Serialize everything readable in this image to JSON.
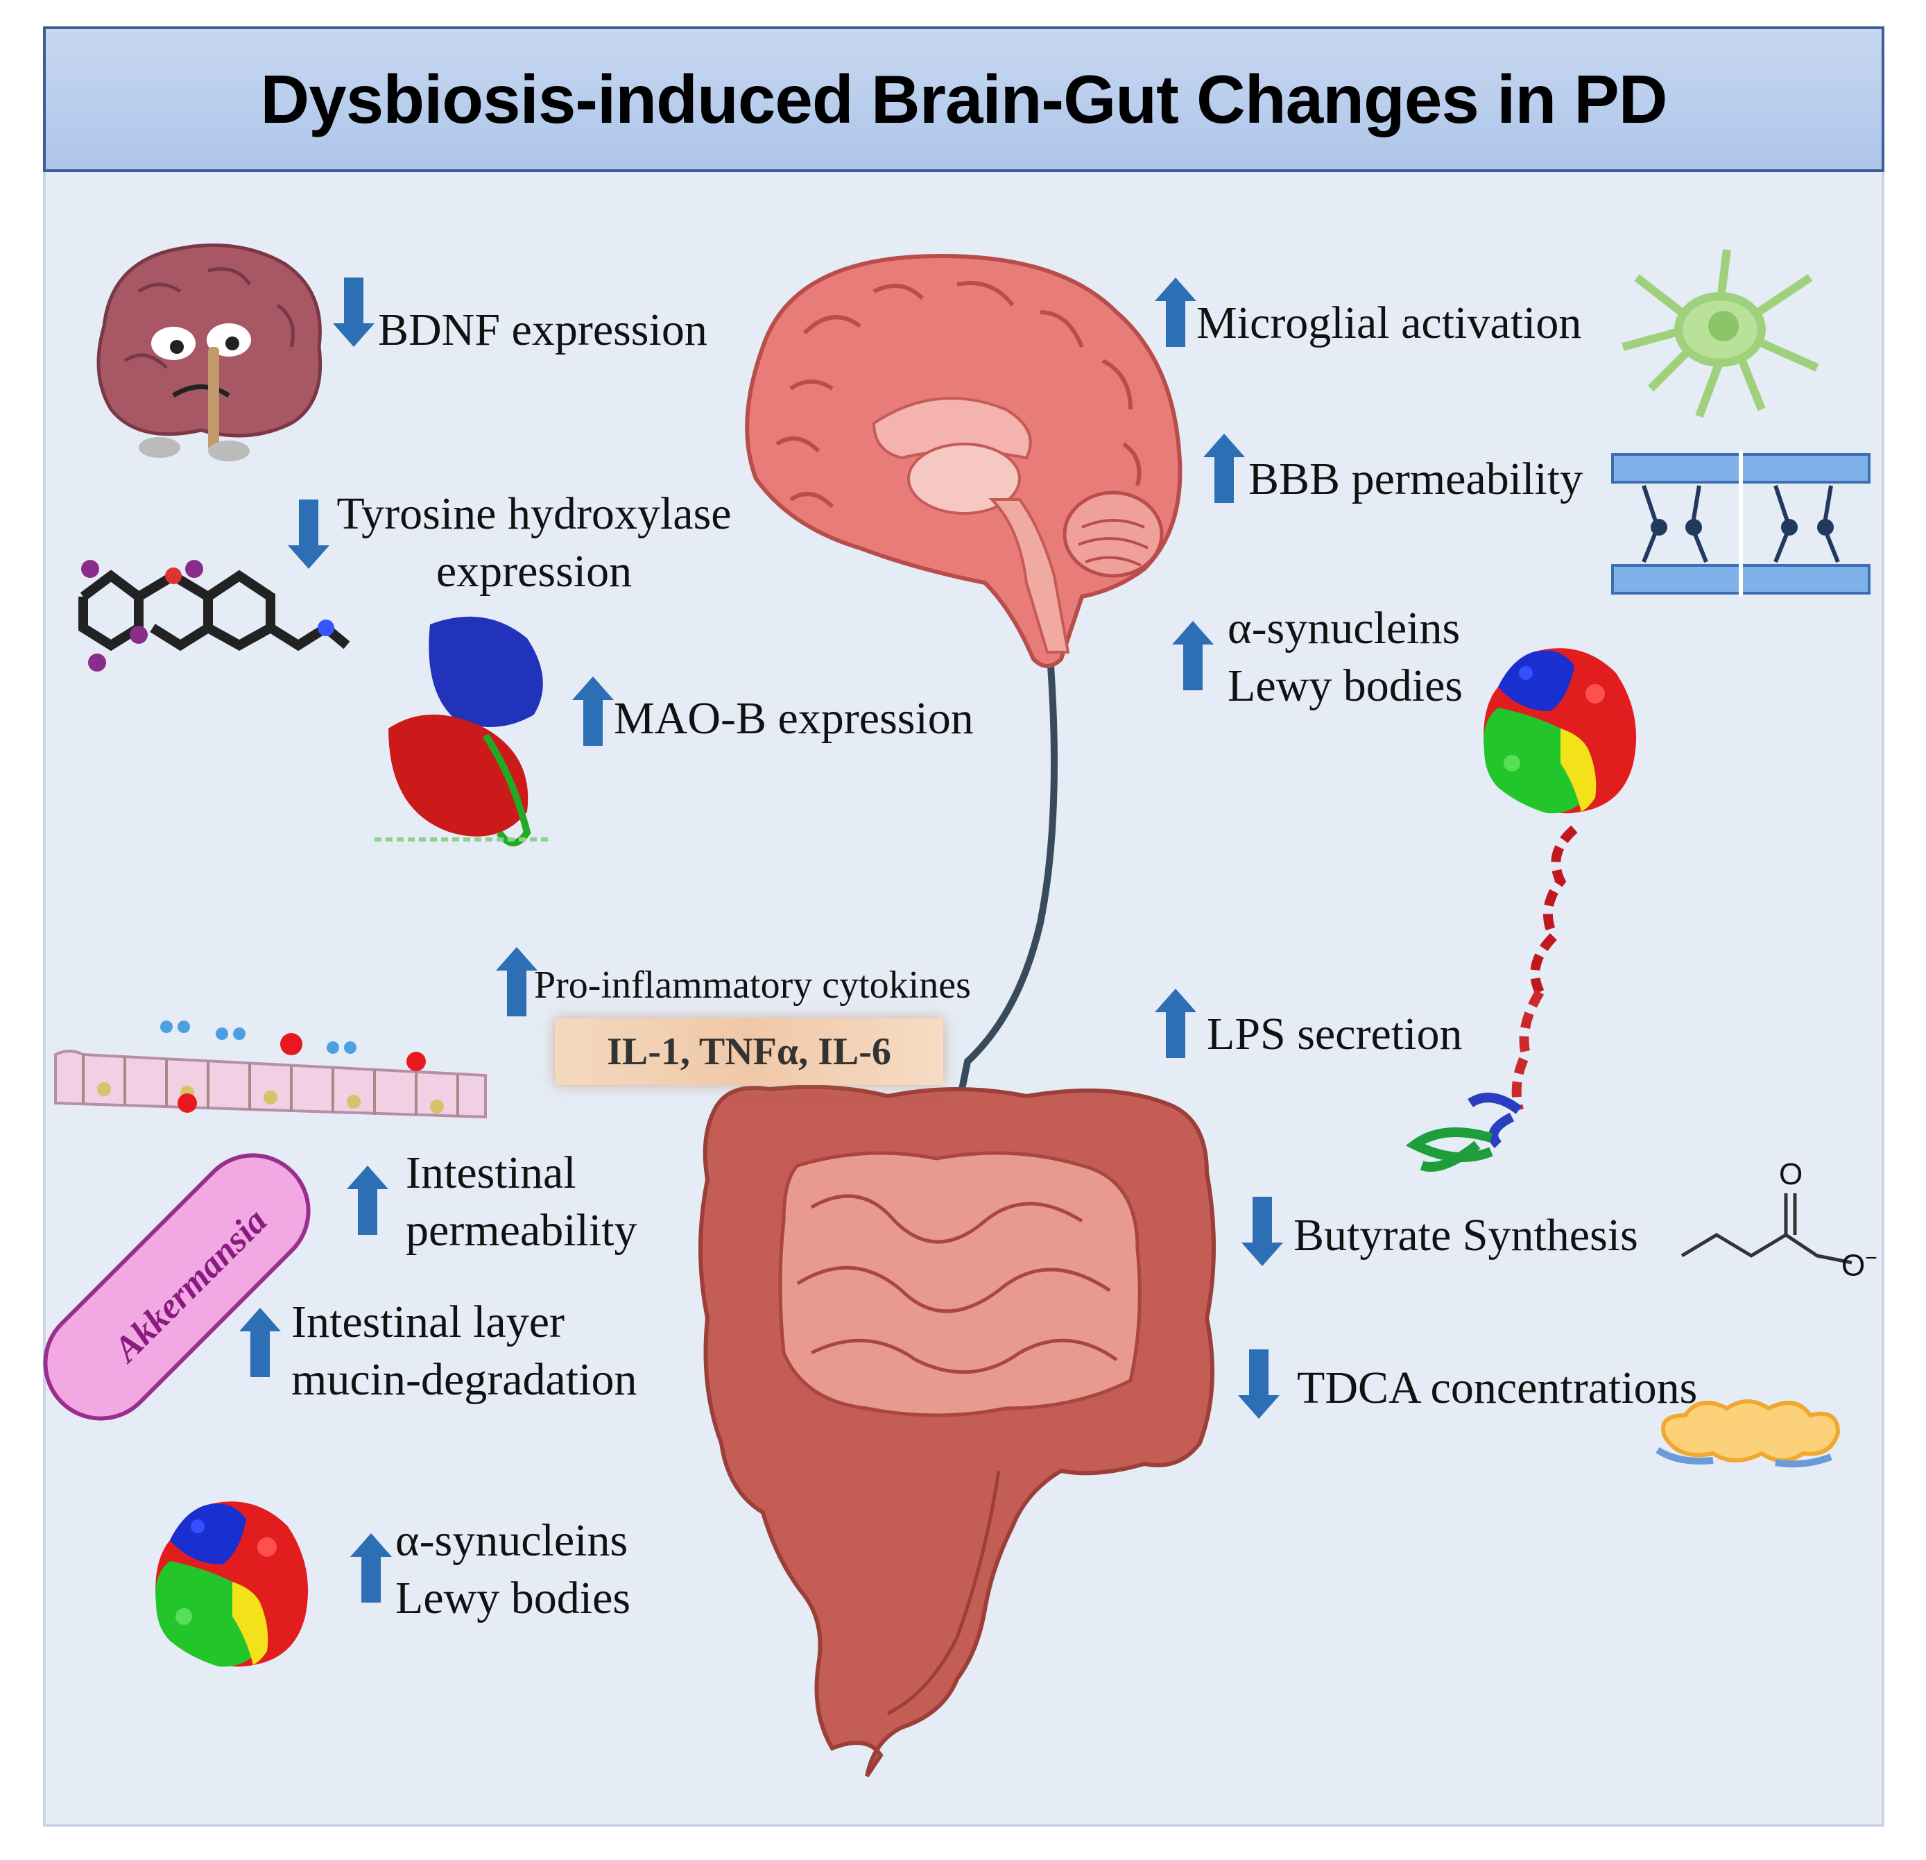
{
  "title": "Dysbiosis-induced Brain-Gut Changes in PD",
  "colors": {
    "arrow": "#2d6fb5",
    "brain": "#e87c78",
    "gut": "#c45d55",
    "gut_inner": "#e99a90",
    "header_bg": "#b8cdef",
    "panel_bg": "#e5ecf6"
  },
  "labels": {
    "bdnf": "BDNF expression",
    "th_line1": "Tyrosine hydroxylase",
    "th_line2": "expression",
    "maob": "MAO-B expression",
    "microglia": "Microglial activation",
    "bbb": "BBB permeability",
    "asyn_brain_line1": "α-synucleins",
    "asyn_brain_line2": "Lewy bodies",
    "cytokines": "Pro-inflammatory cytokines",
    "cytokine_list": "IL-1, TNFα, IL-6",
    "lps": "LPS secretion",
    "intestinal_perm_line1": "Intestinal",
    "intestinal_perm_line2": "permeability",
    "mucin_line1": "Intestinal layer",
    "mucin_line2": "mucin-degradation",
    "akkermansia": "Akkermansia",
    "butyrate": "Butyrate Synthesis",
    "tdca": "TDCA concentrations",
    "asyn_gut_line1": "α-synucleins",
    "asyn_gut_line2": "Lewy bodies",
    "butyrate_o": "O",
    "butyrate_ominus": "O"
  },
  "changes": {
    "bdnf": "down",
    "tyrosine_hydroxylase": "down",
    "maob": "up",
    "microglia": "up",
    "bbb": "up",
    "asyn_brain": "up",
    "cytokines": "up",
    "lps": "up",
    "intestinal_permeability": "up",
    "mucin_degradation": "up",
    "butyrate": "down",
    "tdca": "down",
    "asyn_gut": "up"
  },
  "icons": [
    "sad-brain-icon",
    "tyrosine-molecule-icon",
    "maob-protein-icon",
    "microglia-cell-icon",
    "bbb-endothelium-icon",
    "alpha-synuclein-protein-icon",
    "lps-molecule-icon",
    "intestinal-epithelium-icon",
    "akkermansia-bacterium-icon",
    "butyrate-structure-icon",
    "tdca-molecule-icon",
    "brain-icon",
    "gut-icon",
    "vagus-nerve-icon"
  ]
}
